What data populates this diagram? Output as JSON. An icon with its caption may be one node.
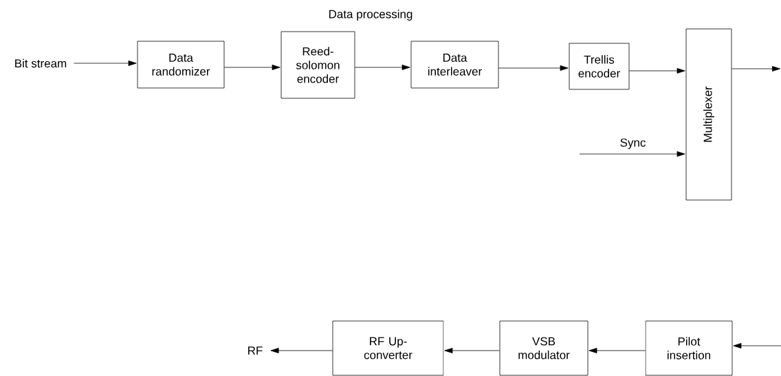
{
  "diagram": {
    "title": "Data processing",
    "nodes": [
      {
        "text": [
          "Bit stream"
        ]
      },
      {
        "text": [
          "Data randomizer"
        ]
      },
      {
        "text": [
          "Reed- solomon encoder"
        ]
      },
      {
        "text": [
          "Data interleaver"
        ]
      },
      {
        "text": [
          "Trellis encoder"
        ]
      },
      {
        "text": [
          "Multiplexer"
        ]
      },
      {
        "text": [
          "RF"
        ]
      },
      {
        "text": [
          "RF Up-converter"
        ]
      },
      {
        "text": [
          "VSB modulator"
        ]
      },
      {
        "text": [
          "Pilot insertion"
        ]
      }
    ],
    "edges": [
      {
        "from": 0,
        "to": 1,
        "arrow": "to"
      },
      {
        "from": 1,
        "to": 2,
        "arrow": "to"
      },
      {
        "from": 2,
        "to": 3,
        "arrow": "to"
      },
      {
        "from": 3,
        "to": 4,
        "arrow": "to"
      },
      {
        "from": 4,
        "to": 5,
        "arrow": "to"
      },
      {
        "from": null,
        "to": 5,
        "arrow": "to",
        "label": "Sync"
      },
      {
        "from": 5,
        "to": null,
        "arrow": "to"
      },
      {
        "from": null,
        "to": 9,
        "arrow": "to"
      },
      {
        "from": 9,
        "to": 8,
        "arrow": "to"
      },
      {
        "from": 8,
        "to": 7,
        "arrow": "to"
      },
      {
        "from": 7,
        "to": 6,
        "arrow": "to"
      }
    ]
  }
}
